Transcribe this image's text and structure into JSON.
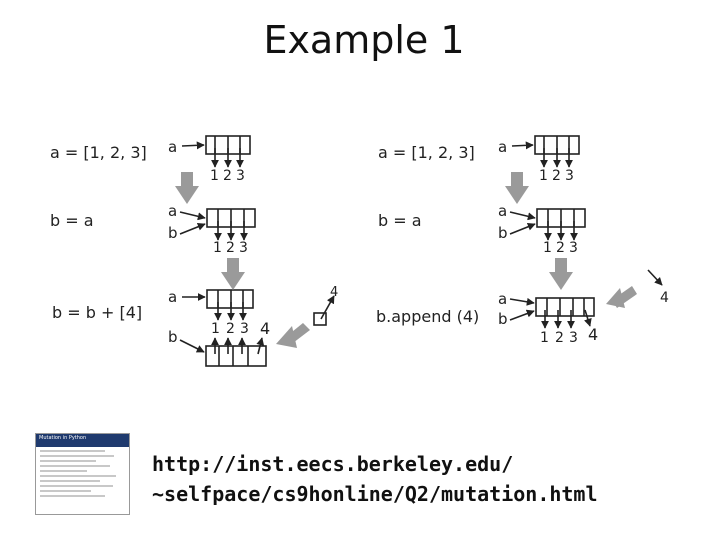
{
  "slide": {
    "title": "Example 1"
  },
  "left_panel": {
    "code": [
      "a = [1, 2, 3]",
      "b = a",
      "b = b + [4]"
    ],
    "var_a": "a",
    "var_b": "b",
    "values": [
      "1",
      "2",
      "3"
    ],
    "extra_value": "4"
  },
  "right_panel": {
    "code": [
      "a = [1, 2, 3]",
      "b = a",
      "b.append (4)"
    ],
    "var_a": "a",
    "var_b": "b",
    "values": [
      "1",
      "2",
      "3"
    ],
    "extra_value": "4"
  },
  "thumbnail": {
    "header": "Mutation in Python"
  },
  "link": {
    "line1": "http://inst.eecs.berkeley.edu/",
    "line2": "~selfpace/cs9honline/Q2/mutation.html"
  }
}
